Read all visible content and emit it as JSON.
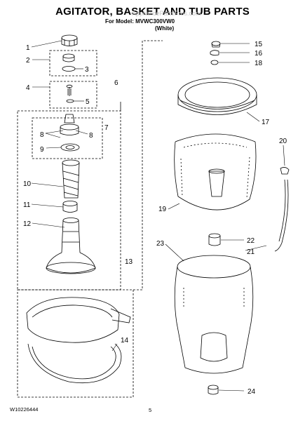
{
  "header": {
    "title": "AGITATOR, BASKET AND TUB PARTS",
    "model": "For Model: MVWC300VW0",
    "color": "(White)",
    "watermark": "AppliancePartsPros.com"
  },
  "footer": {
    "doc_number": "W10226444",
    "page": "5"
  },
  "callouts": [
    "1",
    "2",
    "3",
    "4",
    "5",
    "6",
    "7",
    "8",
    "8",
    "9",
    "10",
    "11",
    "12",
    "13",
    "14",
    "15",
    "16",
    "17",
    "18",
    "19",
    "20",
    "21",
    "22",
    "23",
    "24"
  ],
  "colors": {
    "line": "#000000",
    "background": "#ffffff"
  }
}
